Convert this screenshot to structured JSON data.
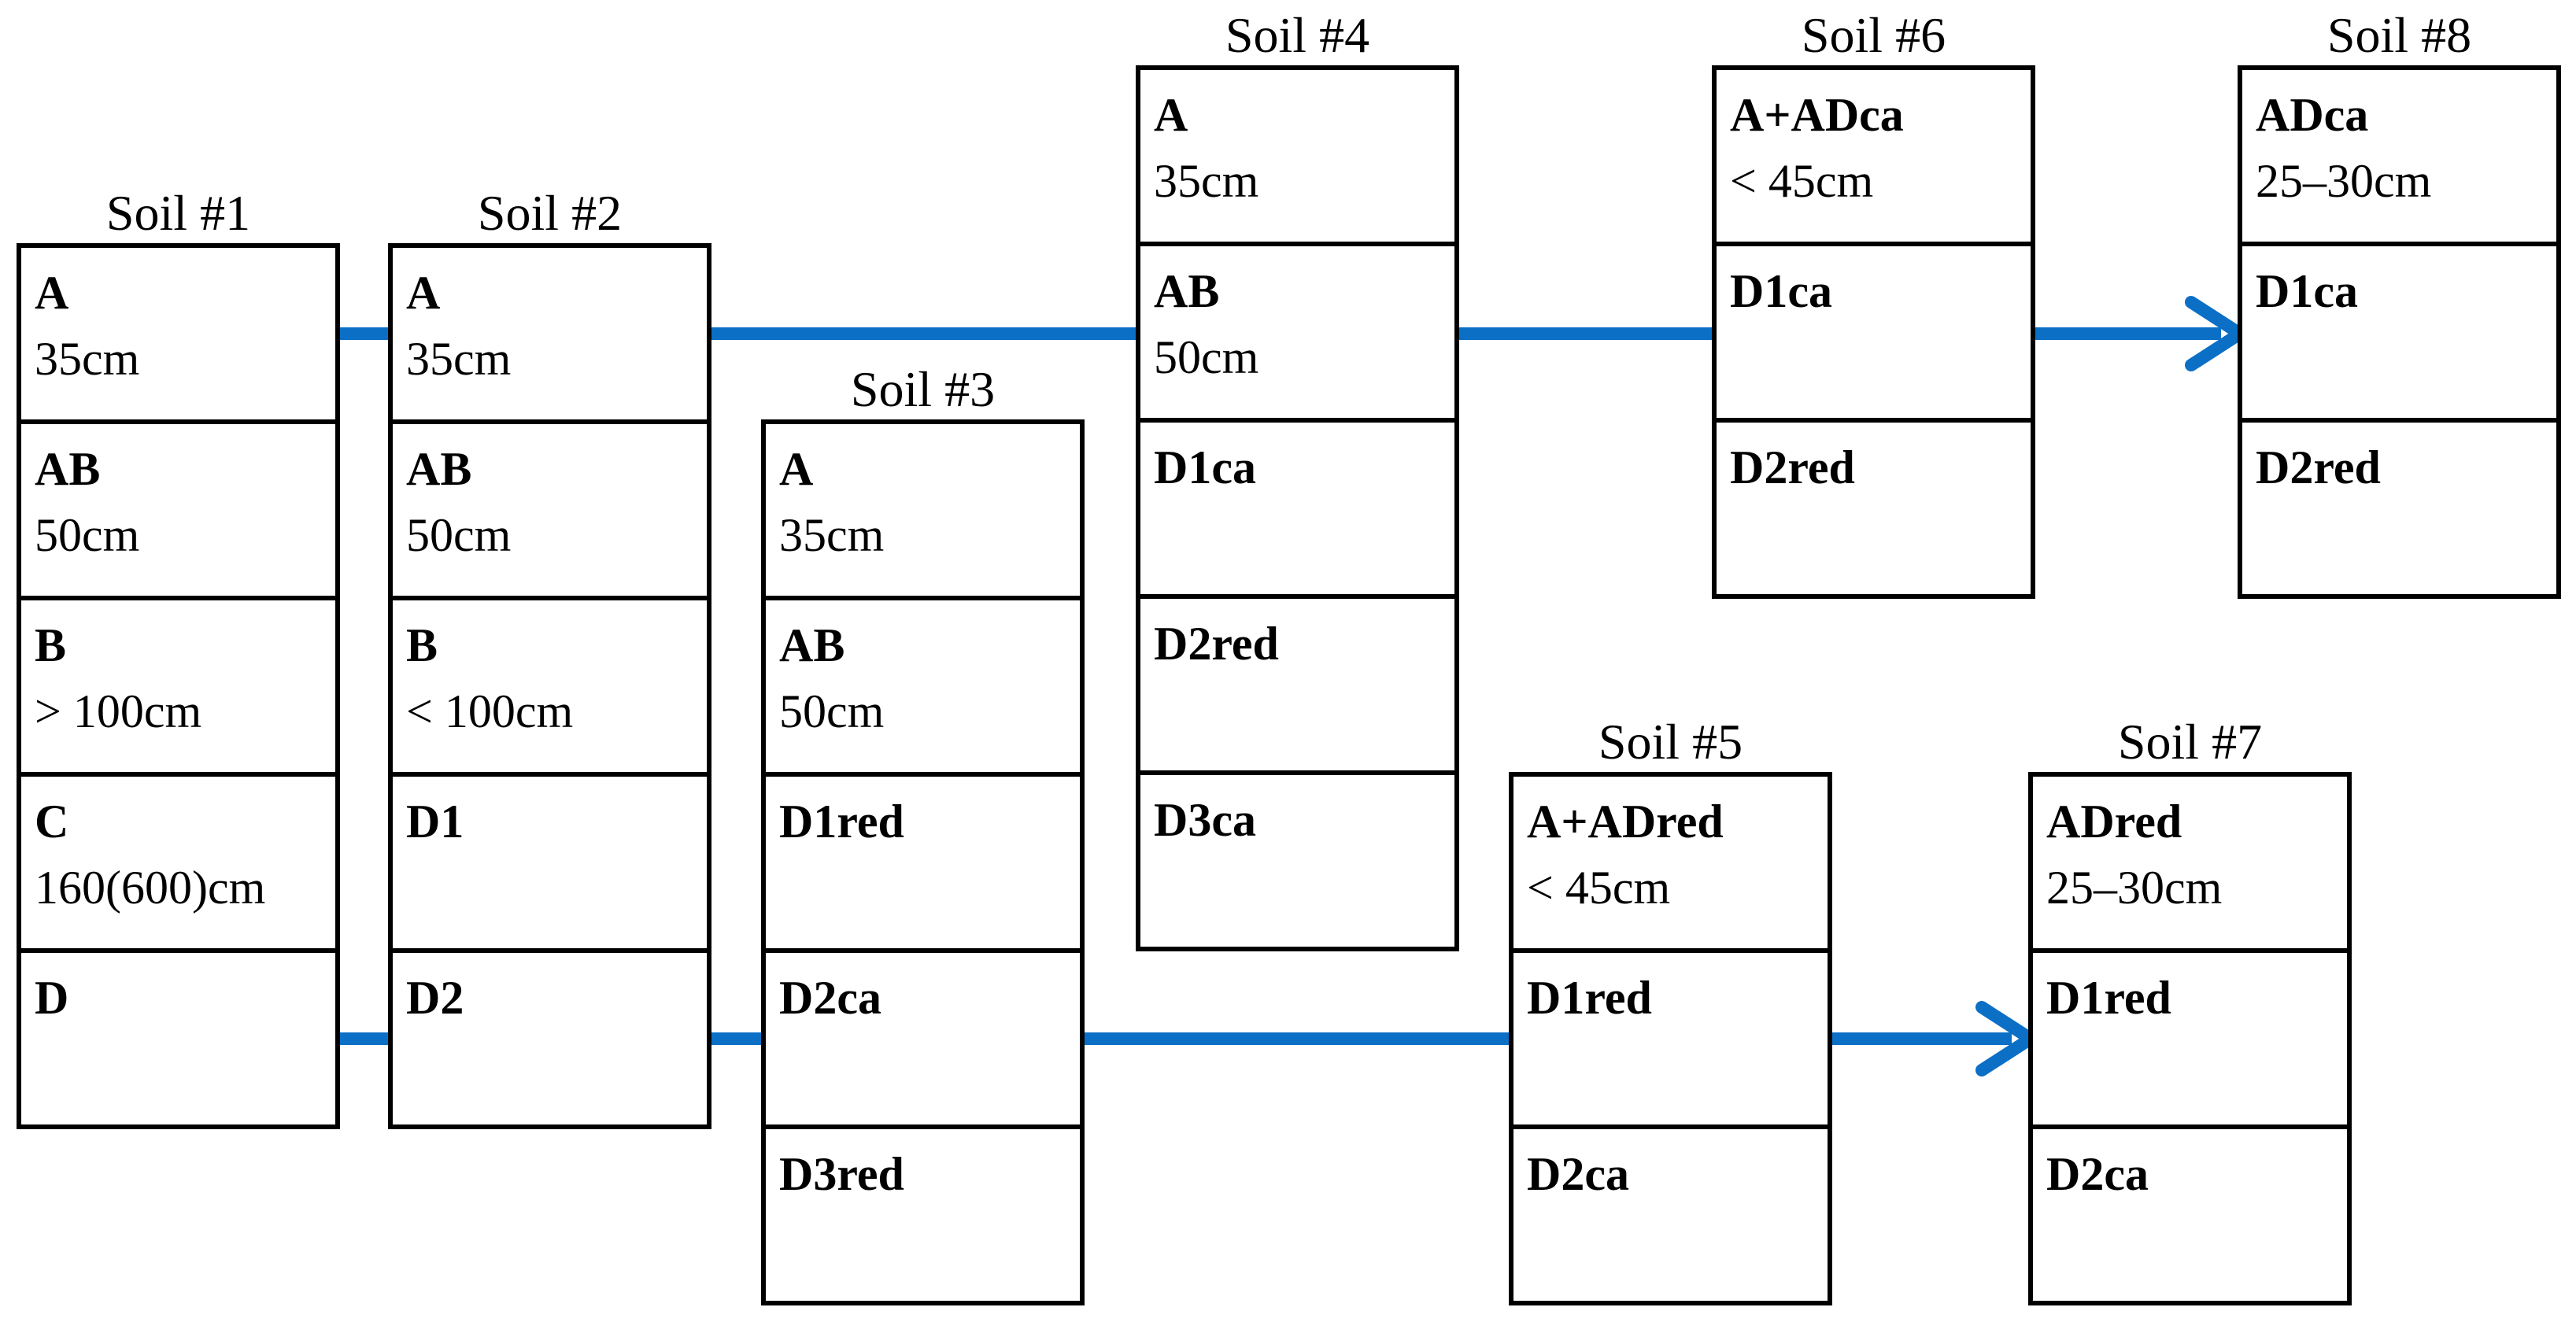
{
  "colors": {
    "connector": "#0b6fc6",
    "box_stroke": "#000000",
    "text": "#000000"
  },
  "profiles": [
    {
      "id": "soil1",
      "title": "Soil #1",
      "horizons": [
        {
          "name": "A",
          "depth": "35cm"
        },
        {
          "name": "AB",
          "depth": "50cm"
        },
        {
          "name": "B",
          "depth": "> 100cm"
        },
        {
          "name": "C",
          "depth": "160(600)cm"
        },
        {
          "name": "D",
          "depth": ""
        }
      ]
    },
    {
      "id": "soil2",
      "title": "Soil #2",
      "horizons": [
        {
          "name": "A",
          "depth": "35cm"
        },
        {
          "name": "AB",
          "depth": "50cm"
        },
        {
          "name": "B",
          "depth": "< 100cm"
        },
        {
          "name": "D1",
          "depth": ""
        },
        {
          "name": "D2",
          "depth": ""
        }
      ]
    },
    {
      "id": "soil3",
      "title": "Soil #3",
      "horizons": [
        {
          "name": "A",
          "depth": "35cm"
        },
        {
          "name": "AB",
          "depth": "50cm"
        },
        {
          "name": "D1red",
          "depth": ""
        },
        {
          "name": "D2ca",
          "depth": ""
        },
        {
          "name": "D3red",
          "depth": ""
        }
      ]
    },
    {
      "id": "soil4",
      "title": "Soil #4",
      "horizons": [
        {
          "name": "A",
          "depth": "35cm"
        },
        {
          "name": "AB",
          "depth": "50cm"
        },
        {
          "name": "D1ca",
          "depth": ""
        },
        {
          "name": "D2red",
          "depth": ""
        },
        {
          "name": "D3ca",
          "depth": ""
        }
      ]
    },
    {
      "id": "soil5",
      "title": "Soil #5",
      "horizons": [
        {
          "name": "A+ADred",
          "depth": "< 45cm"
        },
        {
          "name": "D1red",
          "depth": ""
        },
        {
          "name": "D2ca",
          "depth": ""
        }
      ]
    },
    {
      "id": "soil6",
      "title": "Soil #6",
      "horizons": [
        {
          "name": "A+ADca",
          "depth": "< 45cm"
        },
        {
          "name": "D1ca",
          "depth": ""
        },
        {
          "name": "D2red",
          "depth": ""
        }
      ]
    },
    {
      "id": "soil7",
      "title": "Soil #7",
      "horizons": [
        {
          "name": "ADred",
          "depth": "25–30cm"
        },
        {
          "name": "D1red",
          "depth": ""
        },
        {
          "name": "D2ca",
          "depth": ""
        }
      ]
    },
    {
      "id": "soil8",
      "title": "Soil #8",
      "horizons": [
        {
          "name": "ADca",
          "depth": "25–30cm"
        },
        {
          "name": "D1ca",
          "depth": ""
        },
        {
          "name": "D2red",
          "depth": ""
        }
      ]
    }
  ]
}
